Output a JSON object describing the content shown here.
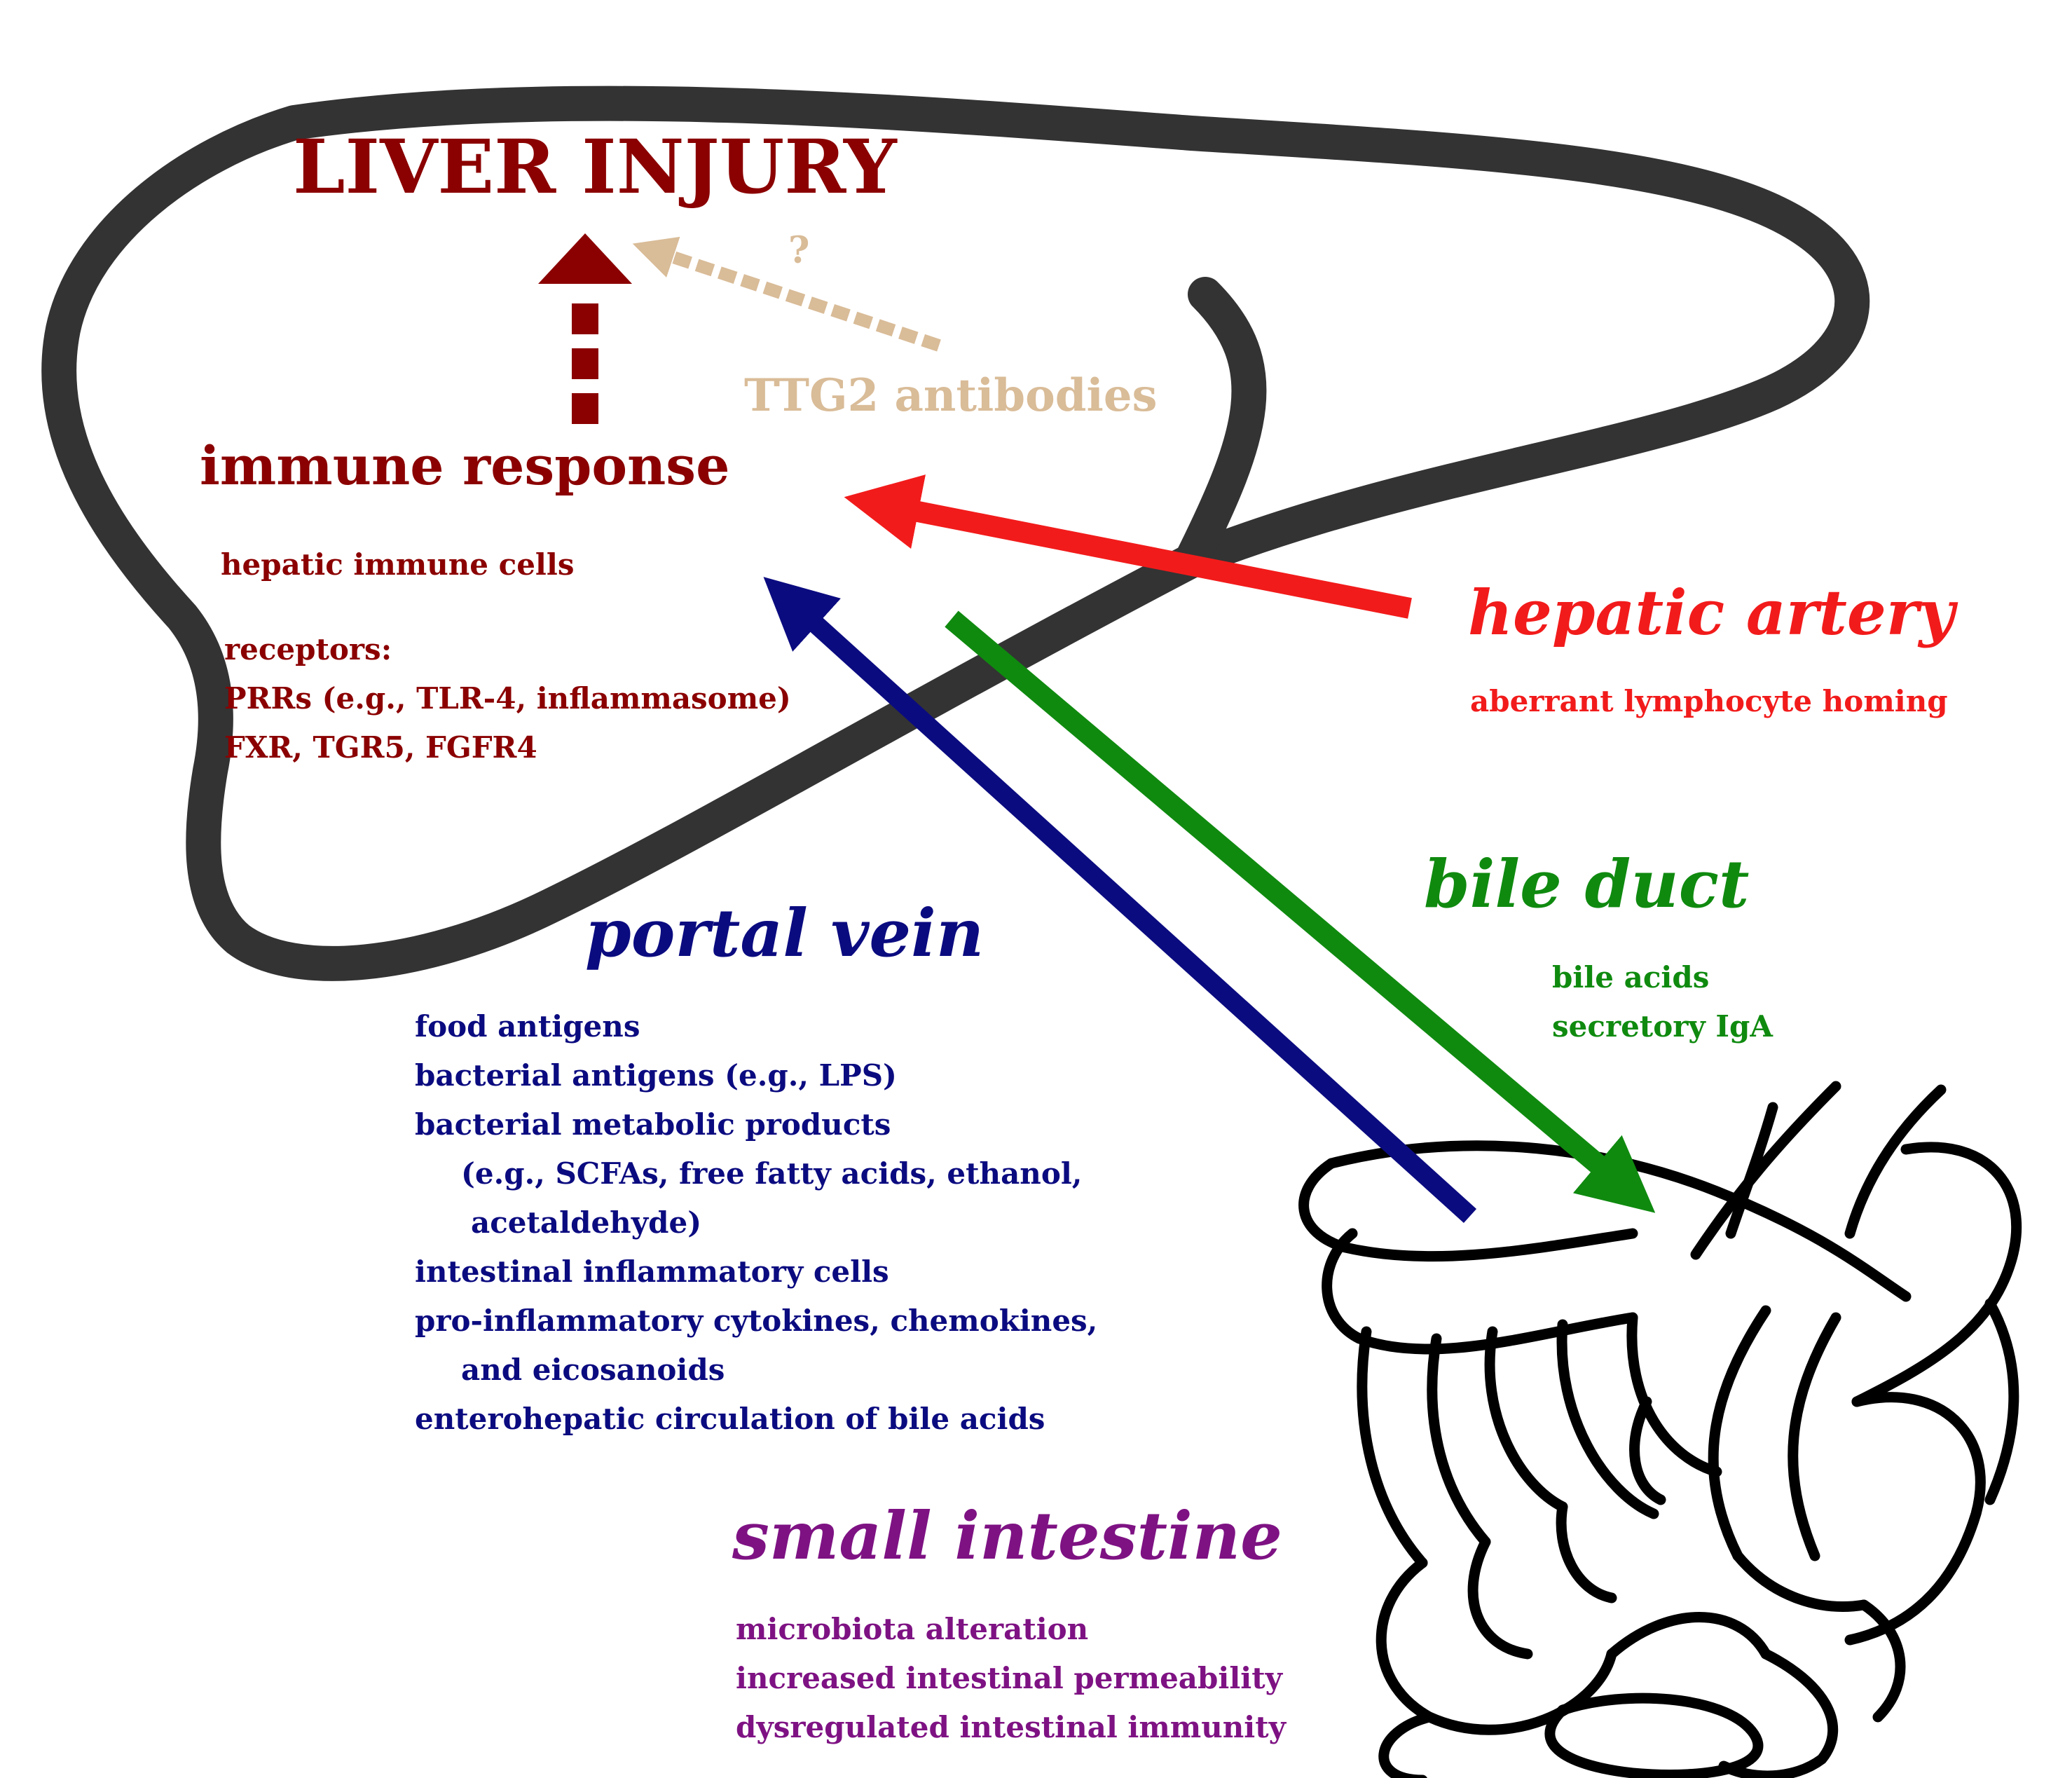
{
  "colors": {
    "liver": "#8b0000",
    "ttg2": "#d9bc98",
    "artery": "#f21b1b",
    "portal": "#0b0b80",
    "bile": "#0f8a0f",
    "intestine": "#7e1283",
    "outline": "#333333"
  },
  "liver": {
    "title": "LIVER INJURY",
    "question": "?",
    "ttg2": "TTG2 antibodies",
    "immune": "immune response",
    "immune_cells": "hepatic immune cells",
    "receptors": [
      "receptors:",
      "PRRs (e.g., TLR-4, inflammasome)",
      "FXR, TGR5, FGFR4"
    ]
  },
  "artery": {
    "title": "hepatic artery",
    "sub": "aberrant lymphocyte homing"
  },
  "bile": {
    "title": "bile duct",
    "items": [
      "bile acids",
      "secretory IgA"
    ]
  },
  "portal": {
    "title": "portal vein",
    "items": [
      "food antigens",
      "bacterial antigens (e.g., LPS)",
      "bacterial metabolic products",
      "(e.g., SCFAs, free fatty acids, ethanol,",
      "acetaldehyde)",
      "intestinal inflammatory cells",
      "pro-inflammatory cytokines, chemokines,",
      "and eicosanoids",
      "enterohepatic circulation of bile acids"
    ]
  },
  "intestine": {
    "title": "small intestine",
    "items": [
      "microbiota alteration",
      "increased intestinal permeability",
      "dysregulated intestinal immunity"
    ]
  }
}
